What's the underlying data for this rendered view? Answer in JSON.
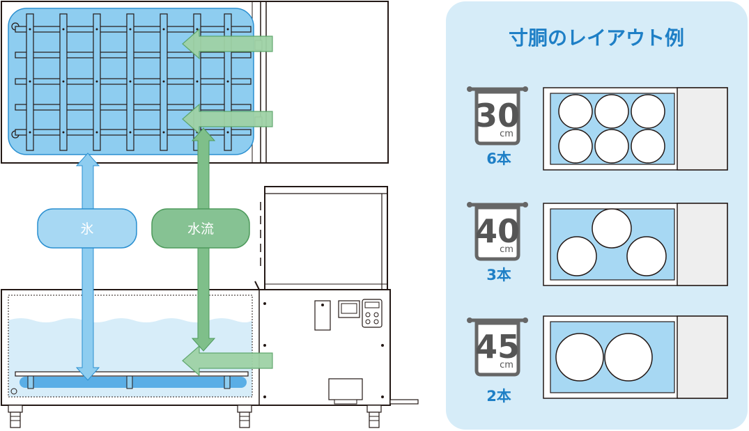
{
  "labels": {
    "ice": "氷",
    "water_flow": "水流"
  },
  "layout_panel": {
    "title": "寸胴のレイアウト例",
    "examples": [
      {
        "size": "30",
        "unit": "cm",
        "count": "6本"
      },
      {
        "size": "40",
        "unit": "cm",
        "count": "3本"
      },
      {
        "size": "45",
        "unit": "cm",
        "count": "2本"
      }
    ]
  },
  "colors": {
    "ice_blue": "#8ecdf0",
    "water_green": "#7fbf8a",
    "panel_bg": "#d6ecf8",
    "accent_text": "#1e7fc6",
    "line": "#231815"
  }
}
